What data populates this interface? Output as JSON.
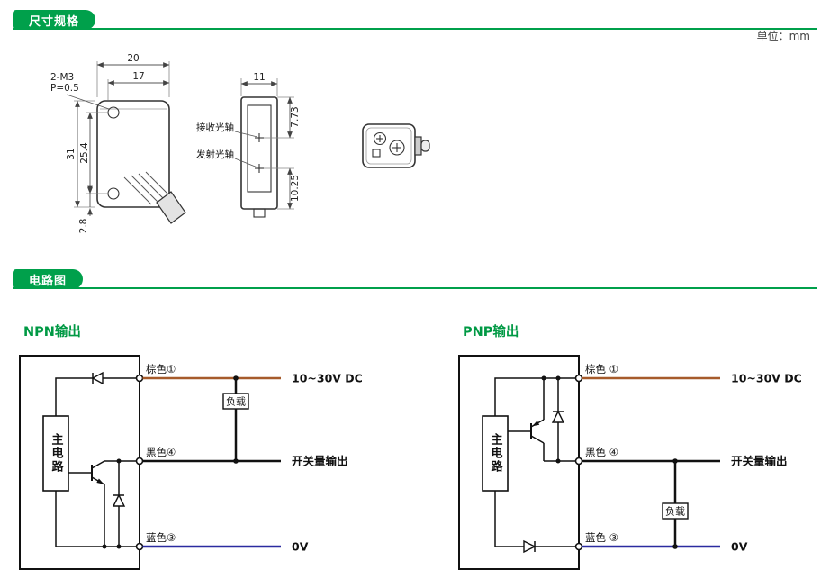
{
  "page": {
    "unit_label": "单位：mm",
    "accent_green": "#00A04B",
    "title_green": "#009944"
  },
  "sections": {
    "dimensions": {
      "title": "尺寸规格"
    },
    "circuit": {
      "title": "电路图"
    }
  },
  "dimension_drawing": {
    "side_view": {
      "thread_label_line1": "2-M3",
      "thread_label_line2": "P=0.5",
      "dim_width_outer": "20",
      "dim_width_inner": "17",
      "dim_height": "31",
      "dim_hole_spacing": "25.4",
      "dim_bottom_offset": "2.8"
    },
    "front_view": {
      "dim_width": "11",
      "receive_axis_label": "接收光轴",
      "emit_axis_label": "发射光轴",
      "dim_receive_axis": "7.73",
      "dim_emit_axis": "10.25"
    }
  },
  "circuits": {
    "npn": {
      "title": "NPN输出",
      "main_circuit_label": "主电路",
      "load_label": "负载",
      "wires": [
        {
          "name": "brown",
          "label": "棕色①",
          "terminal": "10~30V DC",
          "color": "#A65B2B"
        },
        {
          "name": "black",
          "label": "黑色④",
          "terminal": "开关量输出",
          "color": "#111111"
        },
        {
          "name": "blue",
          "label": "蓝色③",
          "terminal": "0V",
          "color": "#2B2BA0"
        }
      ]
    },
    "pnp": {
      "title": "PNP输出",
      "main_circuit_label": "主电路",
      "load_label": "负载",
      "wires": [
        {
          "name": "brown",
          "label": "棕色 ①",
          "terminal": "10~30V DC",
          "color": "#A65B2B"
        },
        {
          "name": "black",
          "label": "黑色 ④",
          "terminal": "开关量输出",
          "color": "#111111"
        },
        {
          "name": "blue",
          "label": "蓝色 ③",
          "terminal": "0V",
          "color": "#2B2BA0"
        }
      ]
    }
  }
}
